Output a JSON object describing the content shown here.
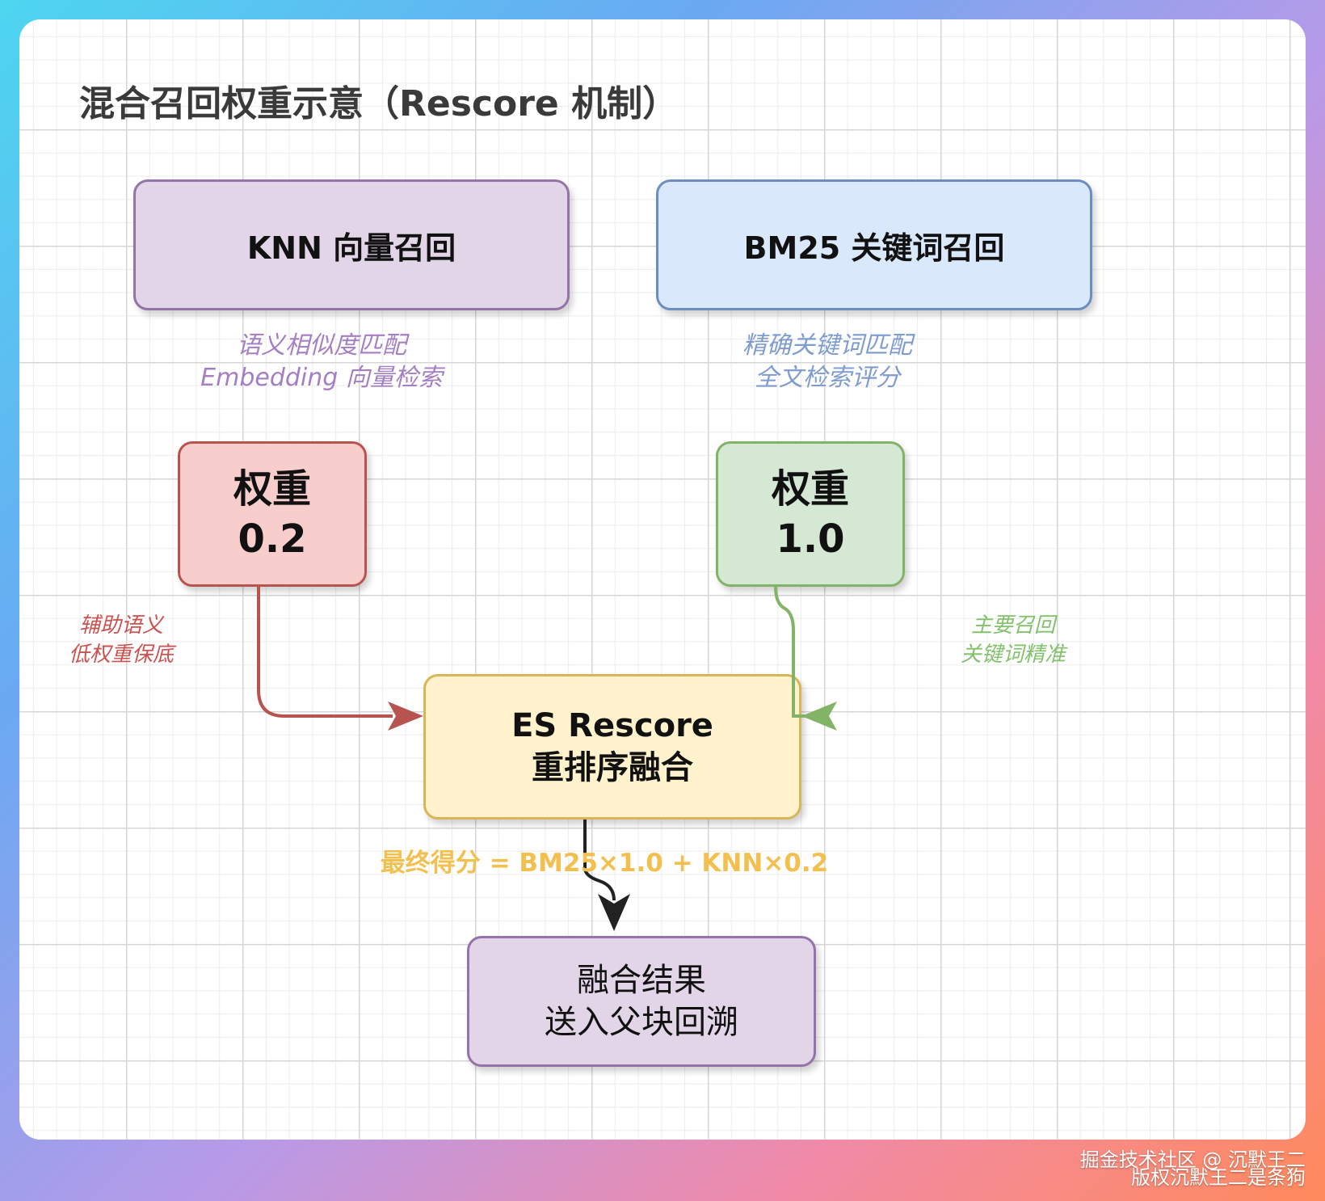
{
  "title": "混合召回权重示意（Rescore 机制）",
  "nodes": {
    "knn": "KNN 向量召回",
    "bm25": "BM25 关键词召回",
    "weight_knn": {
      "label": "权重",
      "value": "0.2"
    },
    "weight_bm25": {
      "label": "权重",
      "value": "1.0"
    },
    "es": {
      "line1": "ES Rescore",
      "line2": "重排序融合"
    },
    "result": {
      "line1": "融合结果",
      "line2": "送入父块回溯"
    }
  },
  "notes": {
    "knn": [
      "语义相似度匹配",
      "Embedding 向量检索"
    ],
    "bm25": [
      "精确关键词匹配",
      "全文检索评分"
    ],
    "aux": [
      "辅助语义",
      "低权重保底"
    ],
    "main": [
      "主要召回",
      "关键词精准"
    ]
  },
  "formula": "最终得分 = BM25×1.0 + KNN×0.2",
  "watermark": [
    "掘金技术社区 @ 沉默王二",
    "版权沉默王二是条狗"
  ],
  "colors": {
    "knn_fill": "#e1d5e7",
    "knn_stroke": "#9673a6",
    "bm25_fill": "#dae8fc",
    "bm25_stroke": "#6c8ebf",
    "weight_knn_fill": "#f8cecc",
    "weight_knn_stroke": "#b85450",
    "weight_bm25_fill": "#d5e8d4",
    "weight_bm25_stroke": "#82b366",
    "es_fill": "#fff2cc",
    "es_stroke": "#d6b656",
    "formula": "#f3c04f"
  }
}
